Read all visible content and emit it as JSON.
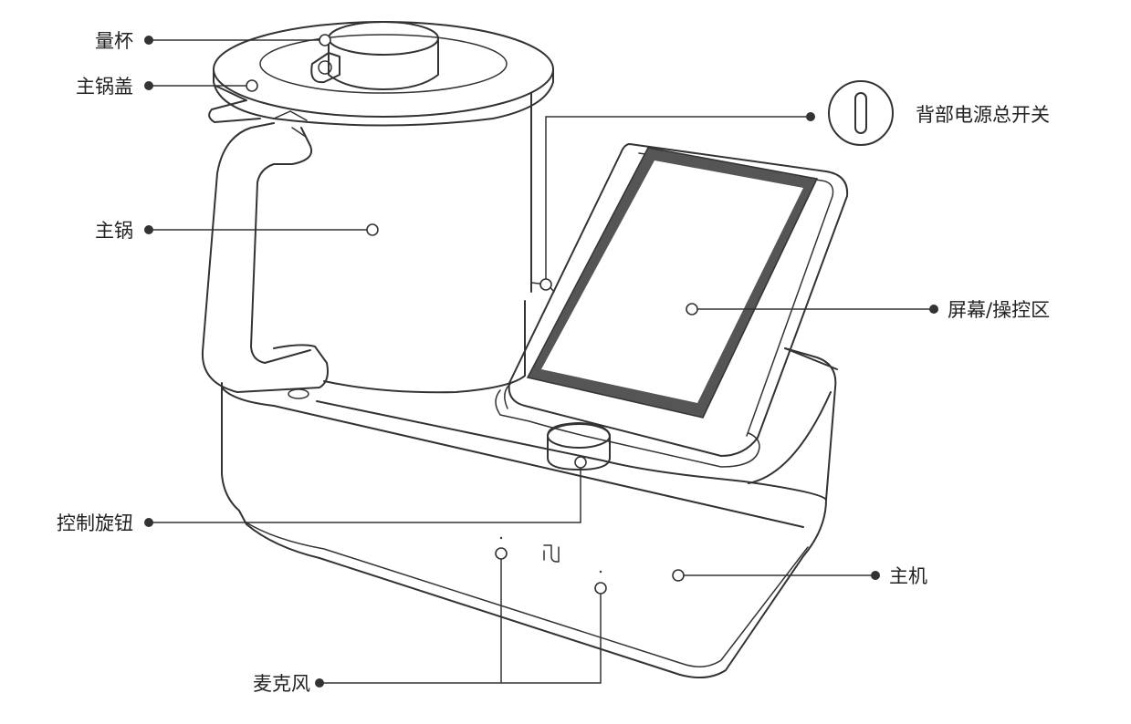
{
  "labels": {
    "measuring_cup": "量杯",
    "main_pot_lid": "主锅盖",
    "main_pot": "主锅",
    "control_knob": "控制旋钮",
    "microphone": "麦克风",
    "rear_power_switch": "背部电源总开关",
    "screen_control_area": "屏幕/操控区",
    "main_unit": "主机"
  },
  "colors": {
    "line": "#333333",
    "screen": "#555555",
    "background": "#ffffff"
  }
}
